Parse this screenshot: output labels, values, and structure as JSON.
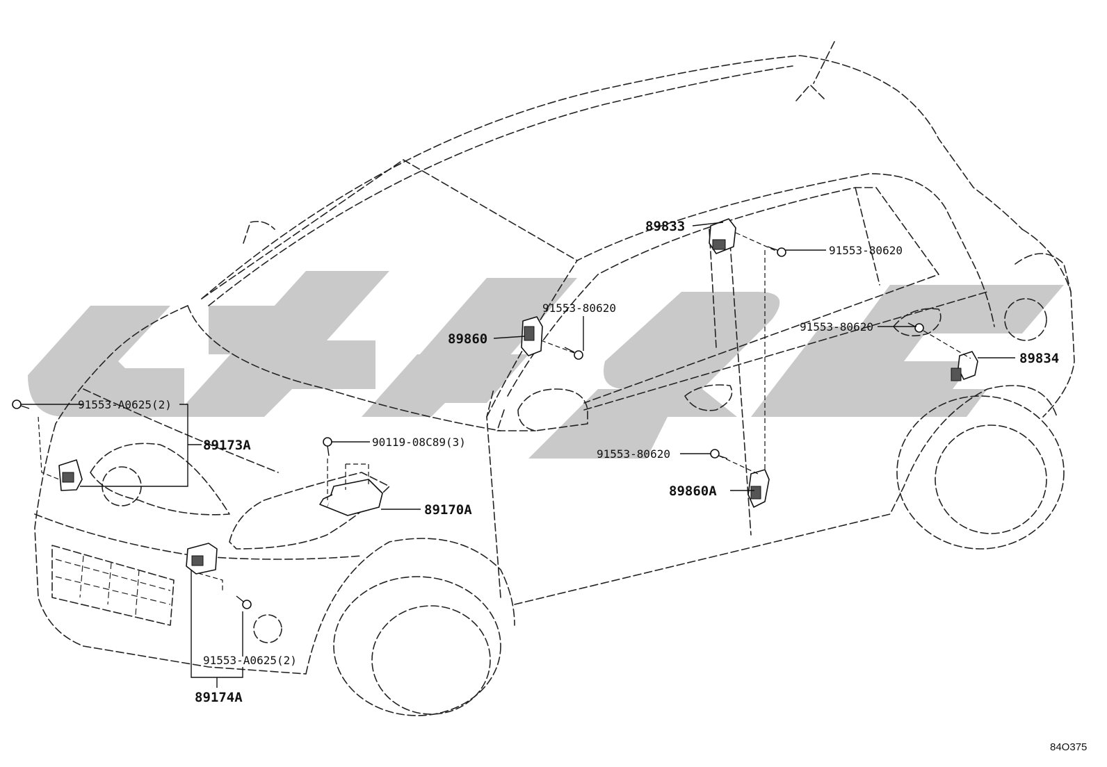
{
  "diagram_code": "84O375",
  "watermark": {
    "color": "#c9c9c9"
  },
  "parts": [
    {
      "id": "p89833",
      "label": "89833"
    },
    {
      "id": "p89860",
      "label": "89860"
    },
    {
      "id": "p89834",
      "label": "89834"
    },
    {
      "id": "p89173A",
      "label": "89173A"
    },
    {
      "id": "p89170A",
      "label": "89170A"
    },
    {
      "id": "p89860A",
      "label": "89860A"
    },
    {
      "id": "p89174A",
      "label": "89174A"
    }
  ],
  "fasteners": [
    {
      "id": "f1",
      "label": "91553-80620"
    },
    {
      "id": "f2",
      "label": "91553-80620"
    },
    {
      "id": "f3",
      "label": "91553-80620"
    },
    {
      "id": "f4",
      "label": "91553-80620"
    },
    {
      "id": "f5",
      "label": "91553-A0625(2)"
    },
    {
      "id": "f6",
      "label": "90119-08C89(3)"
    },
    {
      "id": "f7",
      "label": "91553-A0625(2)"
    }
  ]
}
